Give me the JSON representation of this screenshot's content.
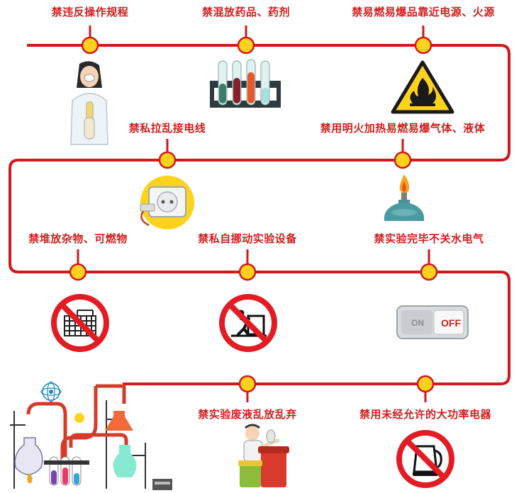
{
  "rules": [
    {
      "id": "r1",
      "text": "禁违反操作规程",
      "icon": "scientist-icon"
    },
    {
      "id": "r2",
      "text": "禁混放药品、药剂",
      "icon": "test-tubes-icon"
    },
    {
      "id": "r3",
      "text": "禁易燃易爆品靠近电源、火源",
      "icon": "flammable-warning-icon"
    },
    {
      "id": "r4",
      "text": "禁私拉乱接电线",
      "icon": "power-socket-icon"
    },
    {
      "id": "r5",
      "text": "禁用明火加热易燃易爆气体、液体",
      "icon": "alcohol-burner-icon"
    },
    {
      "id": "r6",
      "text": "禁堆放杂物、可燃物",
      "icon": "no-clutter-icon"
    },
    {
      "id": "r7",
      "text": "禁私自挪动实验设备",
      "icon": "no-moving-equipment-icon"
    },
    {
      "id": "r8",
      "text": "禁实验完毕不关水电气",
      "icon": "on-off-switch-icon"
    },
    {
      "id": "r9",
      "text": "禁实验废液乱放乱弃",
      "icon": "waste-disposal-icon"
    },
    {
      "id": "r10",
      "text": "禁用未经允许的大功率电器",
      "icon": "no-kettle-icon"
    }
  ],
  "switch": {
    "on": "ON",
    "off": "OFF"
  },
  "colors": {
    "line": "#d0191d",
    "node": "#ffd21e",
    "node_stroke": "#d0191d",
    "text": "#d01f1f",
    "prohibit": "#e31b23"
  }
}
